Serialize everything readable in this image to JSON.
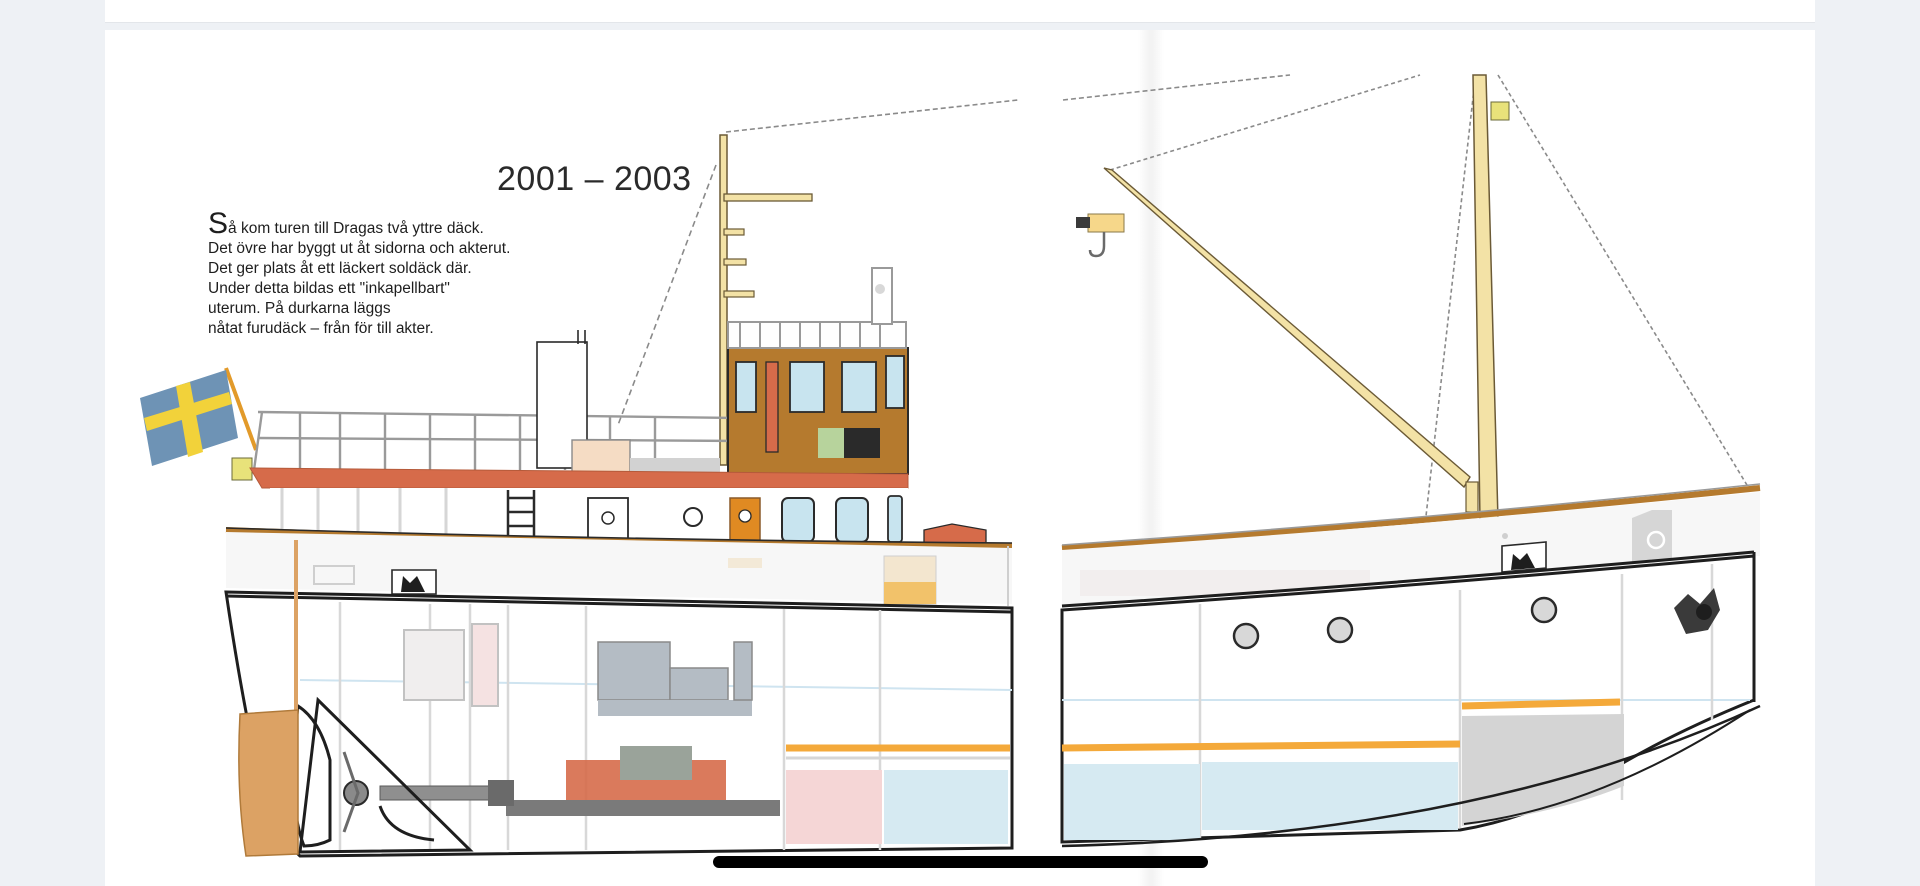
{
  "page": {
    "title": "2001 – 2003",
    "poem": {
      "dropcap": "S",
      "first_line_rest": "å kom turen till Dragas två yttre däck.",
      "lines": [
        "Det övre har byggt ut åt sidorna och akterut.",
        "Det ger plats åt ett läckert soldäck där.",
        "Under detta bildas ett \"inkapellbart\"",
        "uterum. På durkarna läggs",
        "nåtat furudäck – från för till akter."
      ]
    }
  },
  "colors": {
    "deck_brown": "#b57a2e",
    "rust_orange": "#d66b4a",
    "mast_yellow": "#f3e2a6",
    "flag_blue": "#6e93b5",
    "flag_yellow": "#f2d23a",
    "keel_orange": "#dca264",
    "waterline_orange": "#f4a93a"
  },
  "icons": {
    "flag": "swedish-flag-icon",
    "anchor": "anchor-icon",
    "crane_hook": "crane-hook-icon"
  }
}
